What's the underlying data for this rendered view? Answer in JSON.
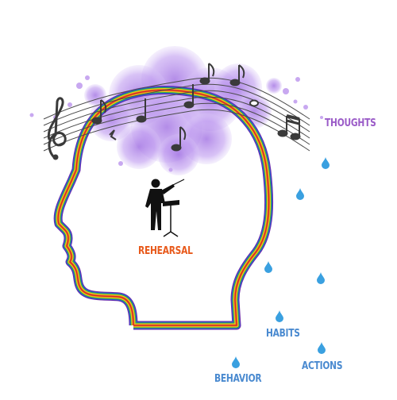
{
  "labels": {
    "thoughts": "THOUGHTS",
    "rehearsal": "REHEARSAL",
    "habits": "HABITS",
    "actions": "ACTIONS",
    "behavior": "BEHAVIOR"
  },
  "colors": {
    "thoughts": "#9b5cc8",
    "rehearsal": "#e85a1c",
    "habits": "#4a8ad0",
    "actions": "#4a8ad0",
    "behavior": "#4a8ad0",
    "cloud": "#b58ce8",
    "drop": "#3aa0e0",
    "notes": "#3a3a3a",
    "conductor": "#111111"
  },
  "rainbow": [
    "#6a2aa8",
    "#2a5ad8",
    "#2aa84a",
    "#e8d020",
    "#e88a1a",
    "#d82a2a"
  ],
  "icons": {
    "cloud": "thought-cloud-icon",
    "notes": "music-notes-icon",
    "conductor": "conductor-icon",
    "drop": "water-drop-icon"
  }
}
